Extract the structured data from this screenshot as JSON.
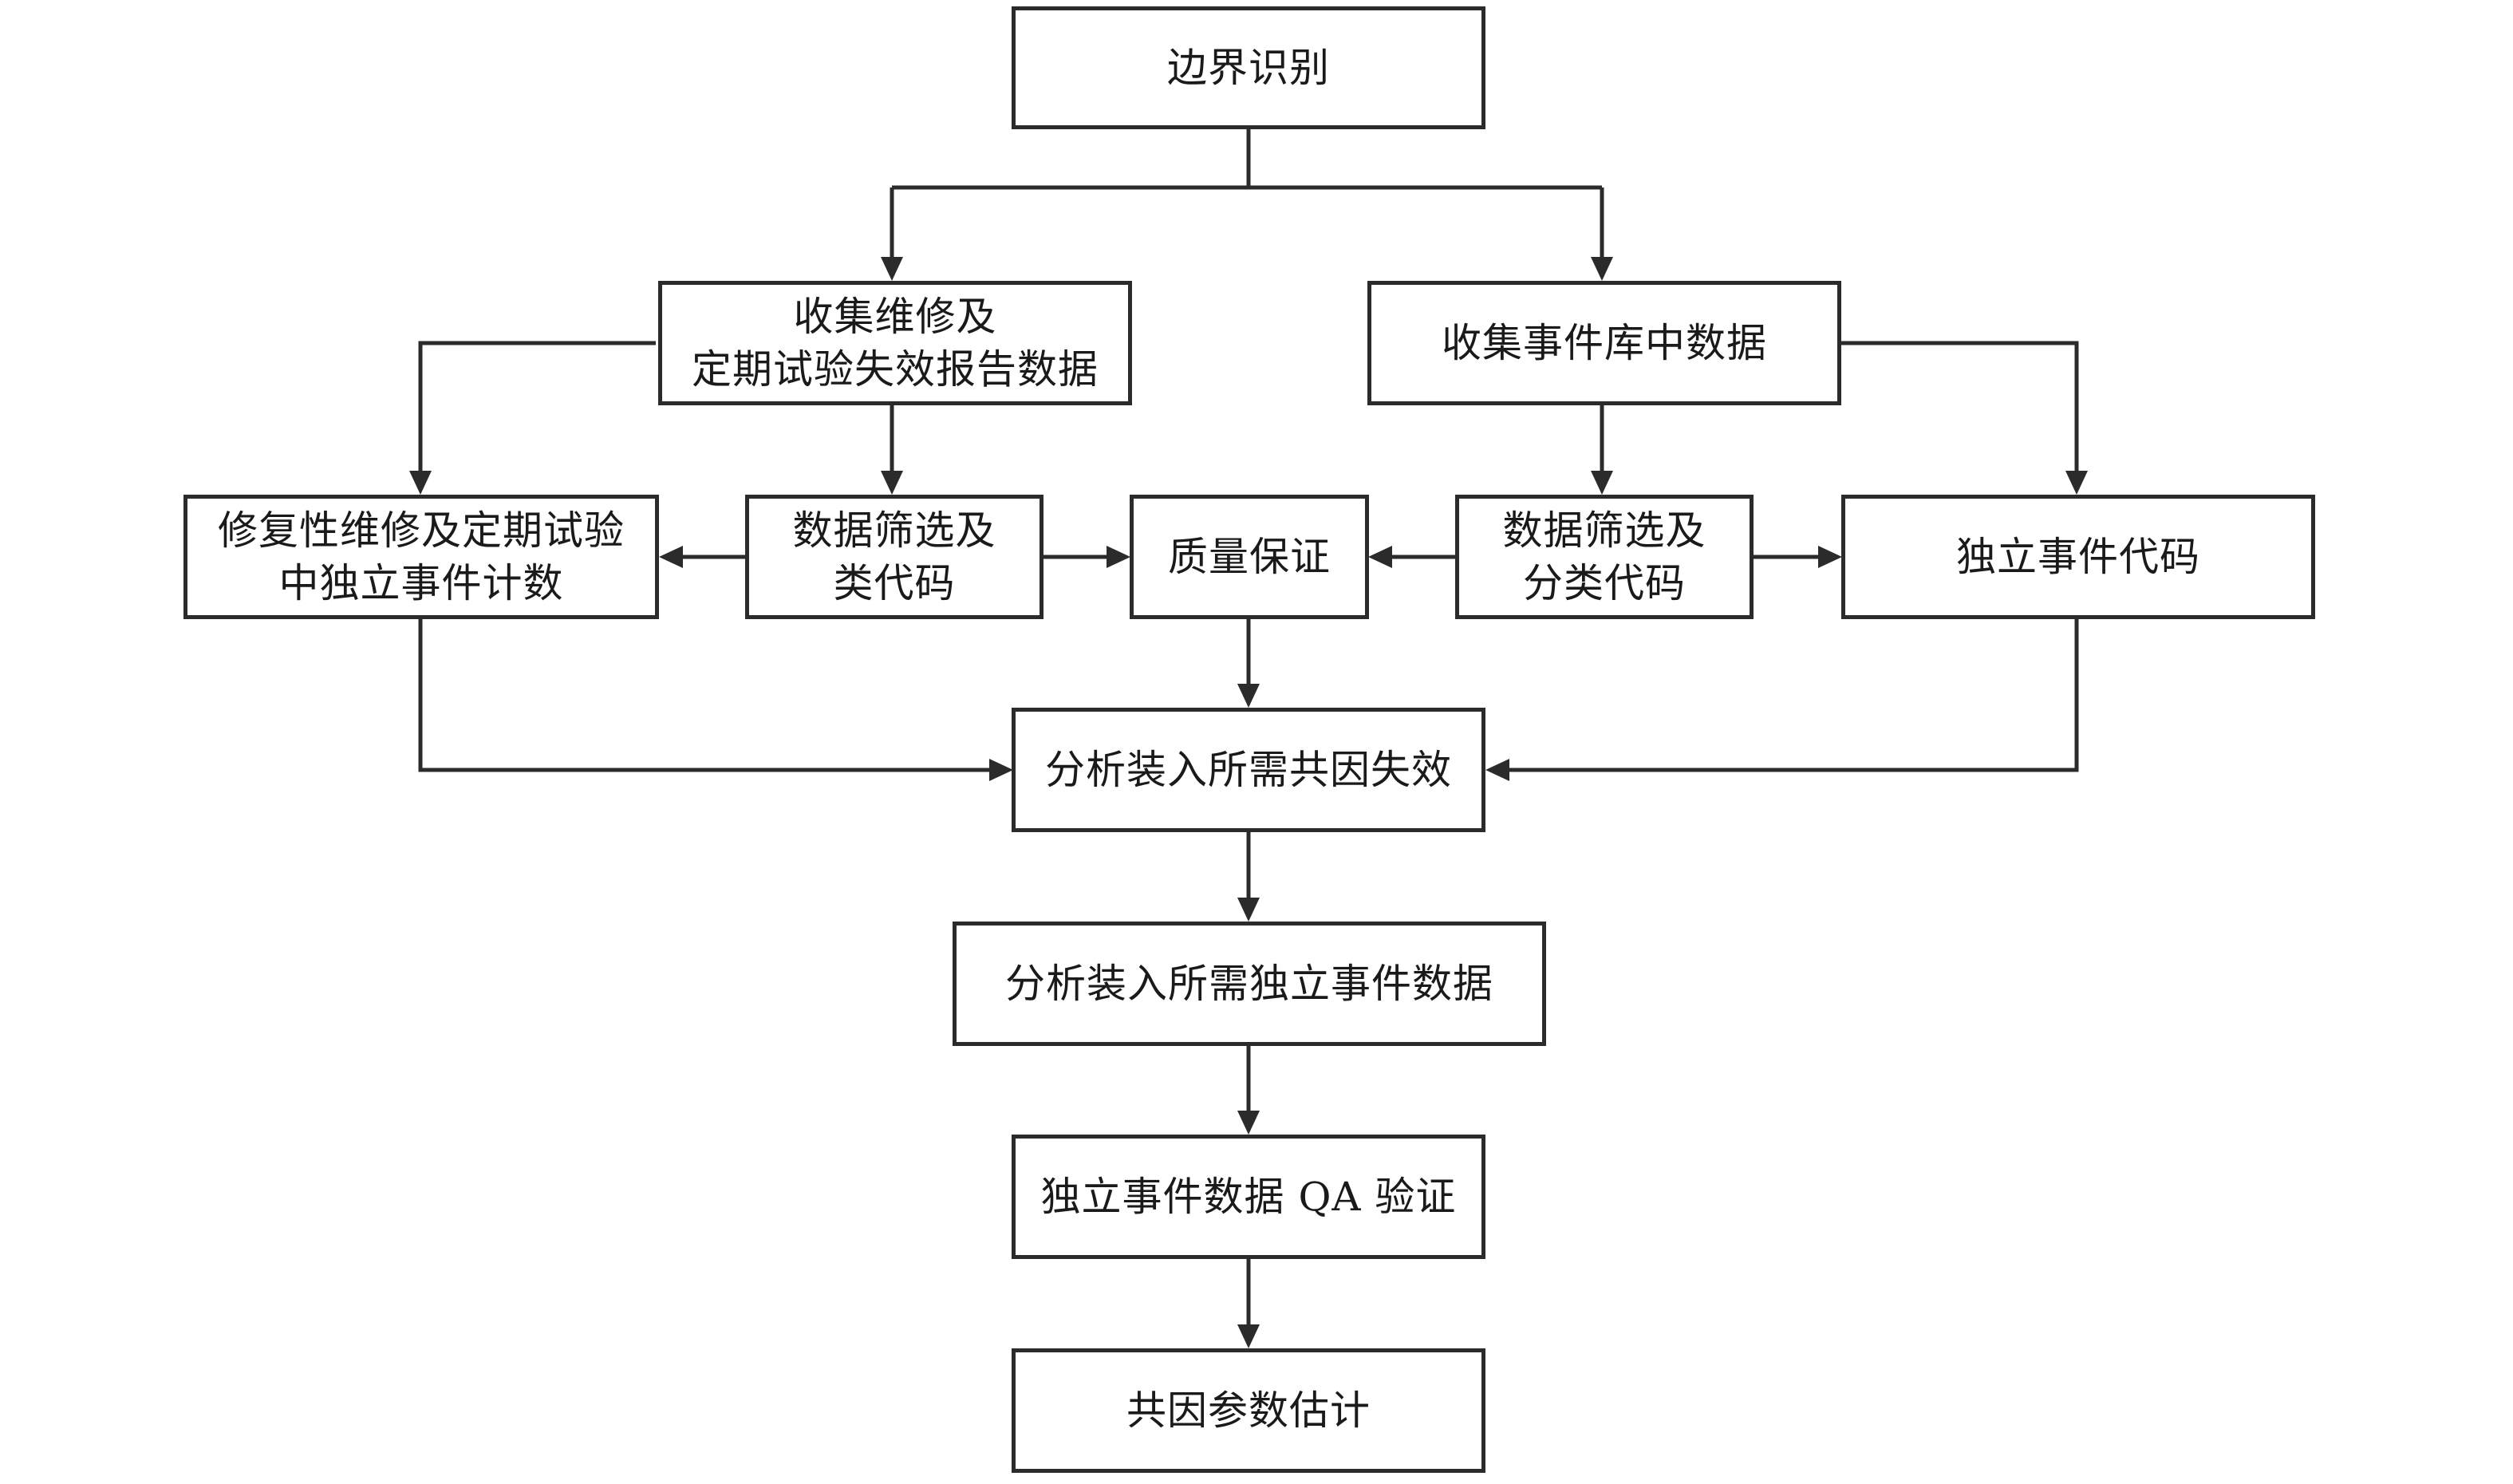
{
  "nodes": {
    "boundary_identification": "边界识别",
    "collect_maintenance_reports": "收集维修及\n定期试验失效报告数据",
    "collect_event_database": "收集事件库中数据",
    "independent_event_count": "修复性维修及定期试验\n中独立事件计数",
    "data_screening_left": "数据筛选及\n类代码",
    "quality_assurance": "质量保证",
    "data_screening_right": "数据筛选及\n分类代码",
    "independent_event_code": "独立事件代码",
    "analyze_ccf": "分析装入所需共因失效",
    "analyze_independent_data": "分析装入所需独立事件数据",
    "independent_data_qa": "独立事件数据 QA 验证",
    "ccf_parameter_estimation": "共因参数估计"
  },
  "edges": [
    {
      "from": "boundary_identification",
      "to": "collect_maintenance_reports"
    },
    {
      "from": "boundary_identification",
      "to": "collect_event_database"
    },
    {
      "from": "collect_maintenance_reports",
      "to": "independent_event_count"
    },
    {
      "from": "collect_maintenance_reports",
      "to": "data_screening_left"
    },
    {
      "from": "collect_event_database",
      "to": "data_screening_right"
    },
    {
      "from": "collect_event_database",
      "to": "independent_event_code"
    },
    {
      "from": "data_screening_left",
      "to": "independent_event_count"
    },
    {
      "from": "data_screening_left",
      "to": "quality_assurance"
    },
    {
      "from": "data_screening_right",
      "to": "quality_assurance"
    },
    {
      "from": "data_screening_right",
      "to": "independent_event_code"
    },
    {
      "from": "quality_assurance",
      "to": "analyze_ccf"
    },
    {
      "from": "independent_event_count",
      "to": "analyze_ccf"
    },
    {
      "from": "independent_event_code",
      "to": "analyze_ccf"
    },
    {
      "from": "analyze_ccf",
      "to": "analyze_independent_data"
    },
    {
      "from": "analyze_independent_data",
      "to": "independent_data_qa"
    },
    {
      "from": "independent_data_qa",
      "to": "ccf_parameter_estimation"
    }
  ],
  "colors": {
    "line": "#2b2b2b",
    "box_fill": "#ffffff",
    "text": "#1a1a1a"
  }
}
